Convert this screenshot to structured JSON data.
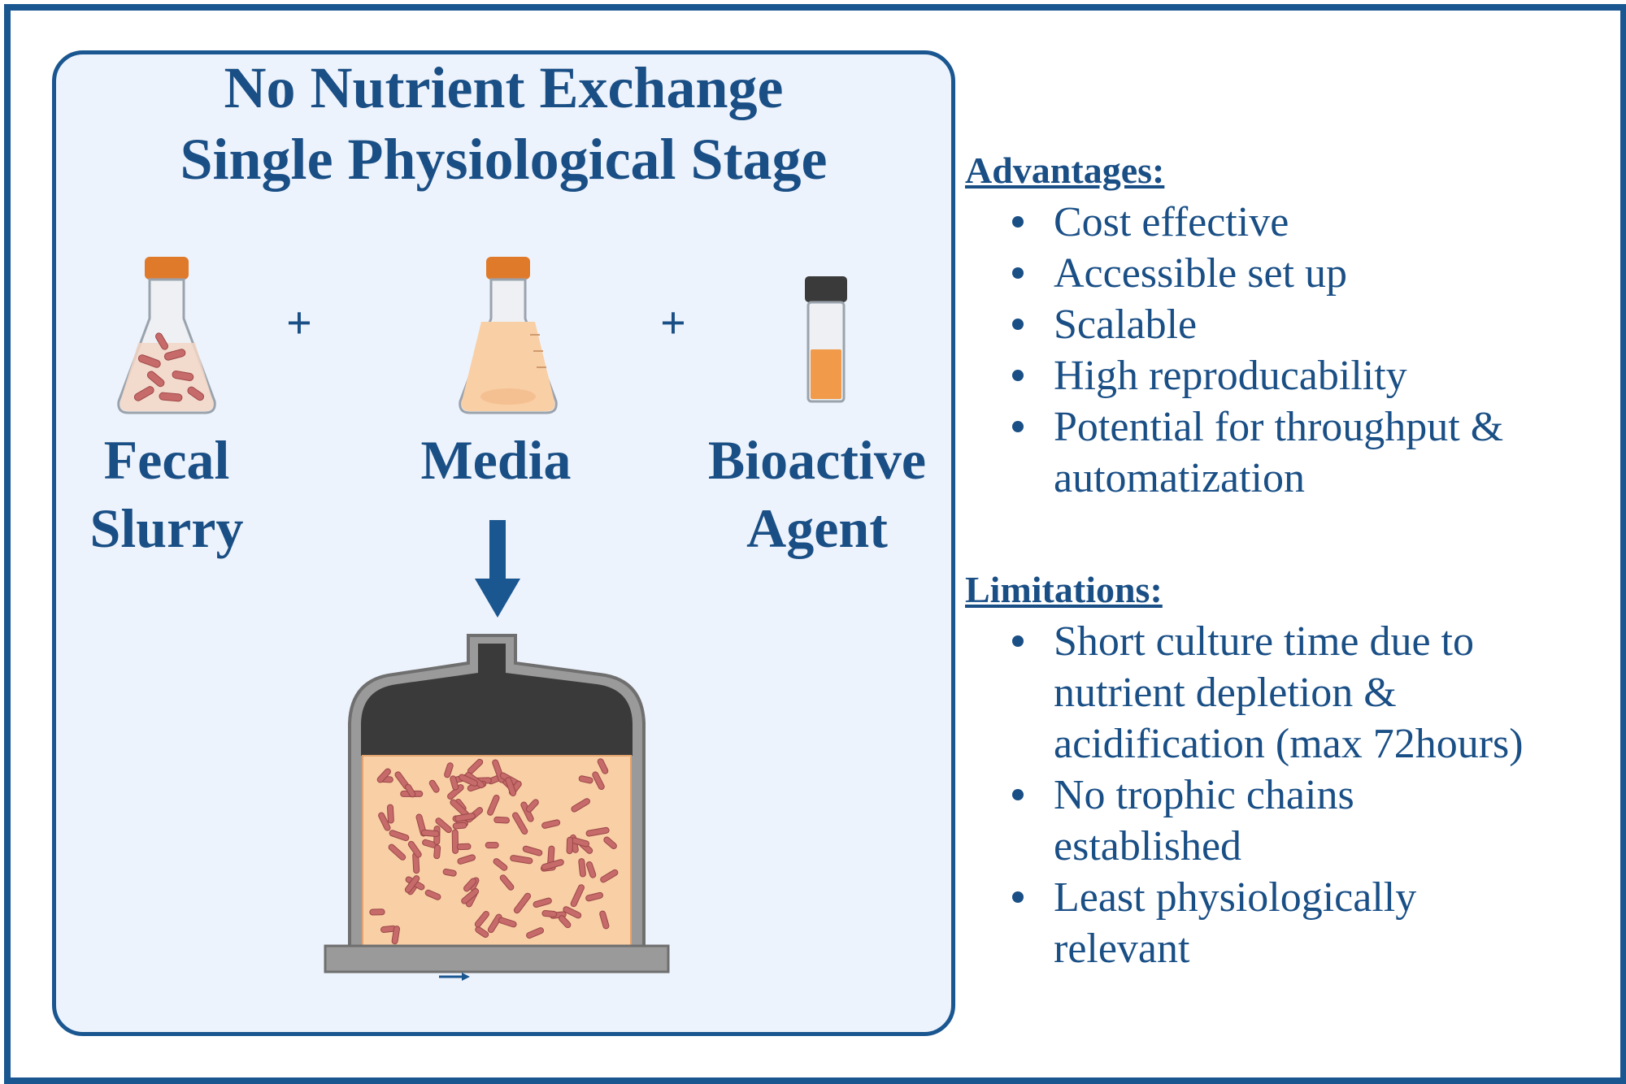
{
  "title": {
    "line1": "No Nutrient Exchange",
    "line2": "Single Physiological Stage"
  },
  "inputs": {
    "fecal": {
      "line1": "Fecal",
      "line2": "Slurry",
      "icon": "flask-bacteria-icon"
    },
    "media": {
      "line1": "Media",
      "line2": "",
      "icon": "flask-media-icon"
    },
    "agent": {
      "line1": "Bioactive",
      "line2": "Agent",
      "icon": "vial-icon"
    },
    "plus": "+"
  },
  "advantages": {
    "heading": "Advantages:",
    "items": [
      "Cost effective",
      "Accessible set up",
      "Scalable",
      "High reproducability",
      "Potential for throughput &",
      "automatization"
    ]
  },
  "limitations": {
    "heading": "Limitations:",
    "items": [
      "Short culture time due to",
      "nutrient depletion &",
      "acidification (max 72hours)",
      "No trophic chains",
      "established",
      "Least physiologically",
      "relevant"
    ]
  },
  "colors": {
    "border": "#1a5690",
    "text": "#1a4f86",
    "panel_bg": "#edf3fc",
    "cap_orange": "#e07a2b",
    "liquid_peach": "#f9cfa6",
    "bacteria": "#c66a6a",
    "vessel_dark": "#3a3a3a",
    "vessel_gray": "#9a9a9a"
  }
}
